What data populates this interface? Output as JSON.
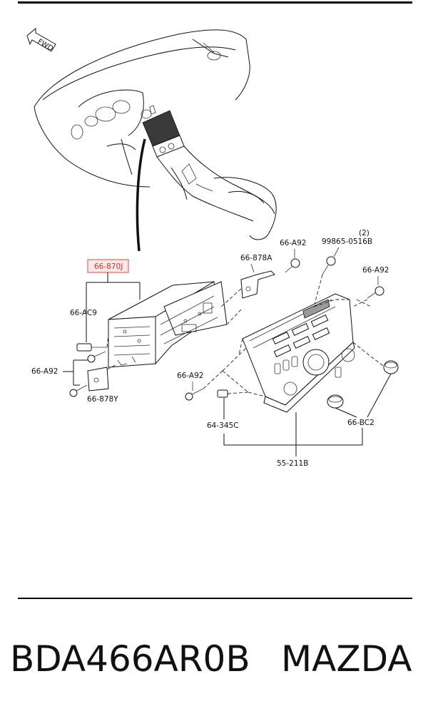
{
  "labels": {
    "fwd": "FWD",
    "callout_main": "66-870J",
    "ac9": "66-AC9",
    "a92_left": "66-A92",
    "y878": "66-878Y",
    "a878": "66-878A",
    "a92_top": "66-A92",
    "bolt_code": "99865-0516B",
    "bolt_qty": "(2)",
    "a92_right": "66-A92",
    "a92_mid": "66-A92",
    "c345": "64-345C",
    "bc2": "66-BC2",
    "b211": "55-211B"
  },
  "footer": {
    "part_number": "BDA466AR0B",
    "brand": "MAZDA"
  },
  "colors": {
    "highlight_box": "#e06666",
    "highlight_text": "#c0392b"
  }
}
